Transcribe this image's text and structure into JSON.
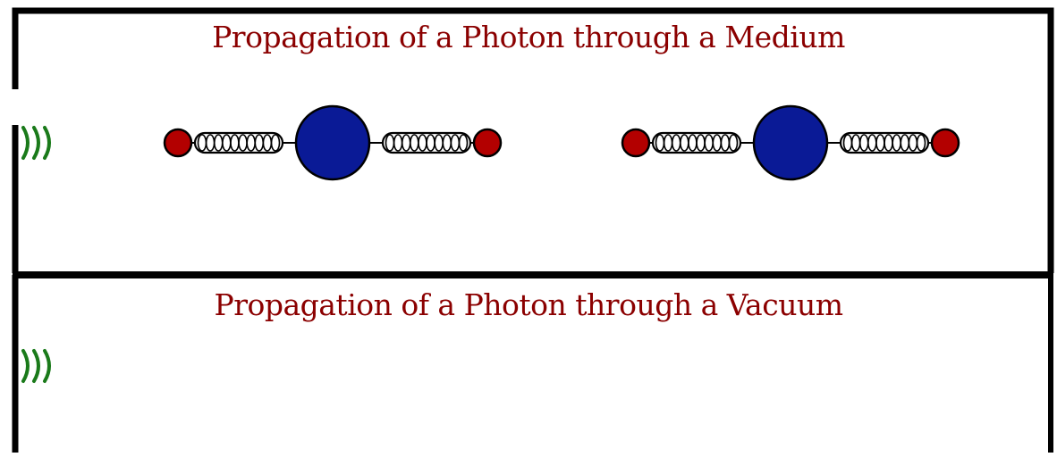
{
  "panels": {
    "medium": {
      "title": "Propagation of a Photon through a Medium"
    },
    "vacuum": {
      "title": "Propagation of a Photon through a Vacuum"
    }
  },
  "colors": {
    "title": "#8b0000",
    "border": "#000000",
    "photon": "#1a7a1a",
    "electron": "#b30000",
    "nucleus": "#0a1a96",
    "spring_fill": "#ffffff",
    "spring_stroke": "#000000"
  },
  "icons": {
    "photon": "photon-wave-icon",
    "molecule": "molecule-icon"
  },
  "molecules_in_medium": 2
}
